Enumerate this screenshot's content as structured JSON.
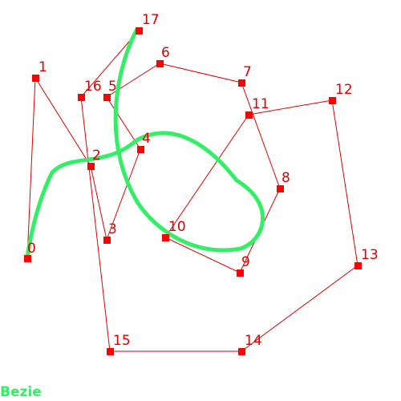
{
  "caption": "Bezie",
  "colors": {
    "background": "#ffffff",
    "control_polygon": "#e00000",
    "point_marker": "#ff0000",
    "point_label": "#e00000",
    "curve": "#33ee66",
    "caption": "#33ee66"
  },
  "control_points": [
    {
      "label": "0"
    },
    {
      "label": "1"
    },
    {
      "label": "2"
    },
    {
      "label": "3"
    },
    {
      "label": "4"
    },
    {
      "label": "5"
    },
    {
      "label": "6"
    },
    {
      "label": "7"
    },
    {
      "label": "8"
    },
    {
      "label": "9"
    },
    {
      "label": "10"
    },
    {
      "label": "11"
    },
    {
      "label": "12"
    },
    {
      "label": "13"
    },
    {
      "label": "14"
    },
    {
      "label": "15"
    },
    {
      "label": "16"
    },
    {
      "label": "17"
    }
  ]
}
